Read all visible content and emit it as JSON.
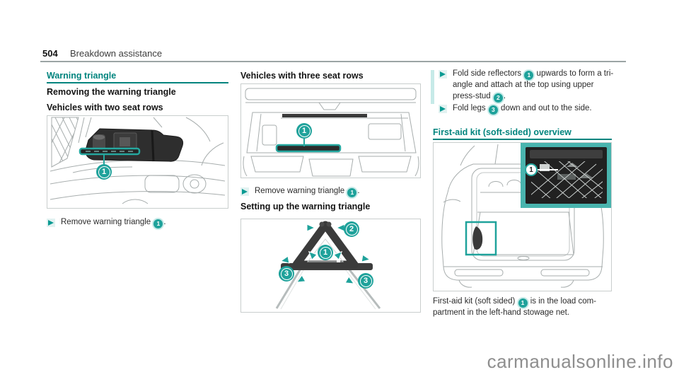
{
  "header": {
    "page_number": "504",
    "chapter_title": "Breakdown assistance"
  },
  "left_column": {
    "section_title": "Warning triangle",
    "subsection_title": "Removing the warning triangle",
    "variant_title": "Vehicles with two seat rows",
    "figure": {
      "marker_1": "1"
    },
    "step_lines": [
      [
        {
          "t": "text",
          "v": "Remove warning triangle "
        },
        {
          "t": "marker",
          "v": "1"
        },
        {
          "t": "text",
          "v": "."
        }
      ]
    ]
  },
  "middle_column": {
    "variant_title": "Vehicles with three seat rows",
    "figure_trunk": {
      "marker_1": "1"
    },
    "step_lines": [
      [
        {
          "t": "text",
          "v": "Remove warning triangle "
        },
        {
          "t": "marker",
          "v": "1"
        },
        {
          "t": "text",
          "v": "."
        }
      ]
    ],
    "setup_title": "Setting up the warning triangle",
    "figure_triangle": {
      "marker_1": "1",
      "marker_2": "2",
      "marker_3_left": "3",
      "marker_3_right": "3"
    }
  },
  "right_column": {
    "step1_lines": [
      [
        {
          "t": "text",
          "v": "Fold side reflectors "
        },
        {
          "t": "marker",
          "v": "1"
        },
        {
          "t": "text",
          "v": " upwards to form a tri-"
        }
      ],
      [
        {
          "t": "text",
          "v": "angle and attach at the top using upper"
        }
      ],
      [
        {
          "t": "text",
          "v": "press-stud "
        },
        {
          "t": "marker",
          "v": "2"
        },
        {
          "t": "text",
          "v": "."
        }
      ]
    ],
    "step2_lines": [
      [
        {
          "t": "text",
          "v": "Fold legs "
        },
        {
          "t": "marker",
          "v": "3"
        },
        {
          "t": "text",
          "v": " down and out to the side."
        }
      ]
    ],
    "section_title": "First-aid kit (soft-sided) overview",
    "figure": {
      "marker_1": "1"
    },
    "caption_lines": [
      [
        {
          "t": "text",
          "v": "First-aid kit (soft sided) "
        },
        {
          "t": "marker",
          "v": "1"
        },
        {
          "t": "text",
          "v": " is in the load com-"
        }
      ],
      [
        {
          "t": "text",
          "v": "partment in the left-hand stowage net."
        }
      ]
    ]
  },
  "watermark": "carmanualsonline.info",
  "colors": {
    "teal": "#00847e",
    "teal_bright": "#1fa29b",
    "teal_pale": "#c6eae8",
    "line_art_gray": "#a7adad",
    "watermark_gray": "#8e8e8e"
  }
}
